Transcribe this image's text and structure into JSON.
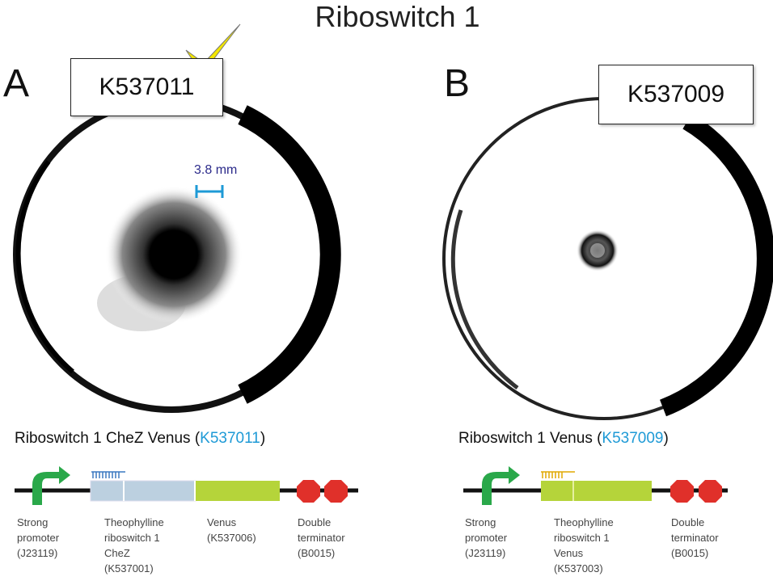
{
  "title": "Riboswitch 1",
  "panels": [
    {
      "letter": "A",
      "strain_label": "K537011",
      "checkmark": true,
      "scale_bar": "3.8 mm",
      "caption_prefix": "Riboswitch 1 CheZ Venus (",
      "caption_link": "K537011",
      "caption_suffix": ")",
      "parts": [
        {
          "name": "promoter",
          "label": "Strong\npromoter\n(J23119)"
        },
        {
          "name": "riboswitch",
          "label": "Theophylline\nriboswitch 1\nCheZ\n(K537001)"
        },
        {
          "name": "venus",
          "label": "Venus\n(K537006)"
        },
        {
          "name": "terminator",
          "label": "Double\nterminator\n(B0015)"
        }
      ]
    },
    {
      "letter": "B",
      "strain_label": "K537009",
      "caption_prefix": "Riboswitch 1 Venus (",
      "caption_link": "K537009",
      "caption_suffix": ")",
      "parts": [
        {
          "name": "promoter",
          "label": "Strong\npromoter\n(J23119)"
        },
        {
          "name": "riboswitch",
          "label": "Theophylline\nriboswitch 1\nVenus\n(K537003)"
        },
        {
          "name": "terminator",
          "label": "Double\nterminator\n(B0015)"
        }
      ]
    }
  ],
  "colors": {
    "link": "#1e9ad6",
    "venus": "#b5d43a",
    "chez": "#bcd0e0",
    "terminator": "#e0302a",
    "promoter": "#2aa84a",
    "check": "#f2e600"
  }
}
